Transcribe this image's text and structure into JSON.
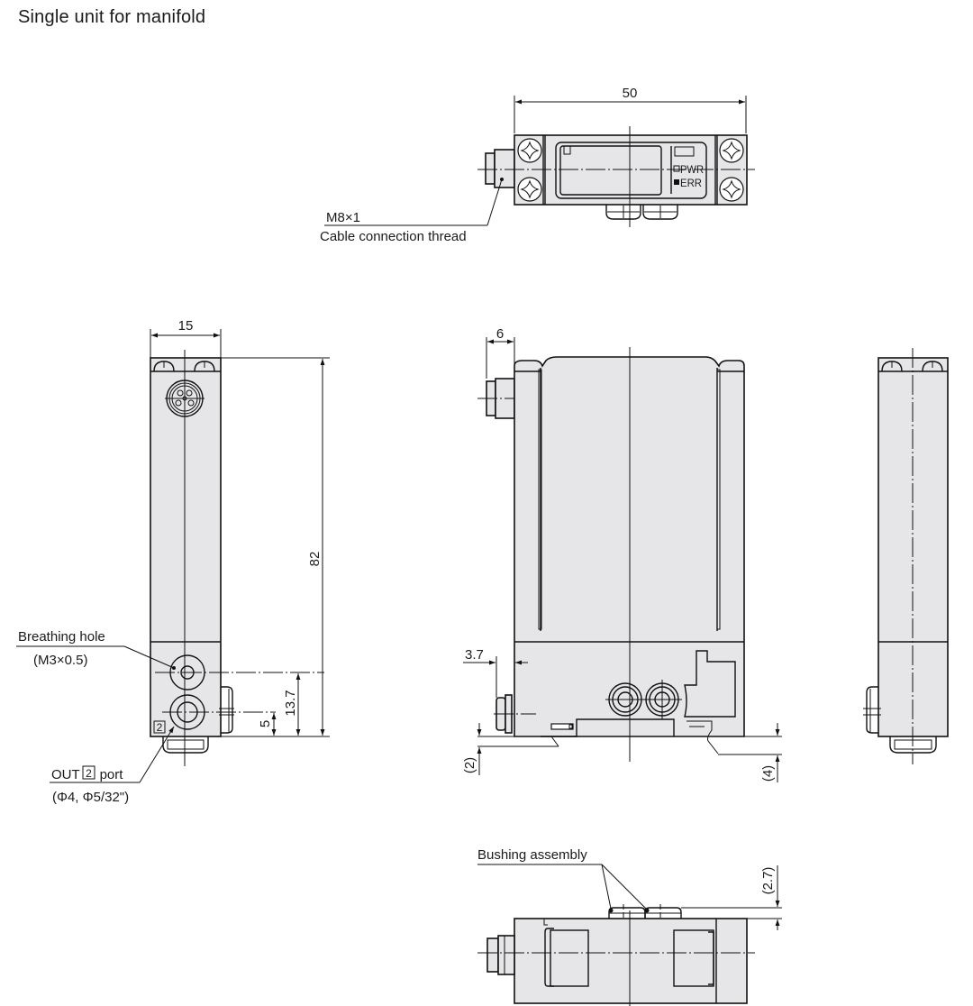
{
  "title": "Single unit for manifold",
  "top_view": {
    "width_dim": "50",
    "led_labels": [
      "PWR",
      "ERR"
    ],
    "callout": {
      "line1": "M8×1",
      "line2": "Cable connection thread"
    }
  },
  "left_view": {
    "width_dim": "15",
    "height_dim": "82",
    "dim_13_7": "13.7",
    "dim_5": "5",
    "port_badge": "2",
    "breathing_hole": {
      "line1": "Breathing hole",
      "line2": "(M3×0.5)"
    },
    "out_port": {
      "prefix": "OUT",
      "badge": "2",
      "suffix": " port",
      "line2": "(Φ4, Φ5/32\")"
    }
  },
  "front_view": {
    "dim_6": "6",
    "dim_3_7": "3.7",
    "dim_2": "(2)",
    "dim_4": "(4)"
  },
  "bottom_view": {
    "callout": "Bushing assembly",
    "dim_2_7": "(2.7)"
  }
}
